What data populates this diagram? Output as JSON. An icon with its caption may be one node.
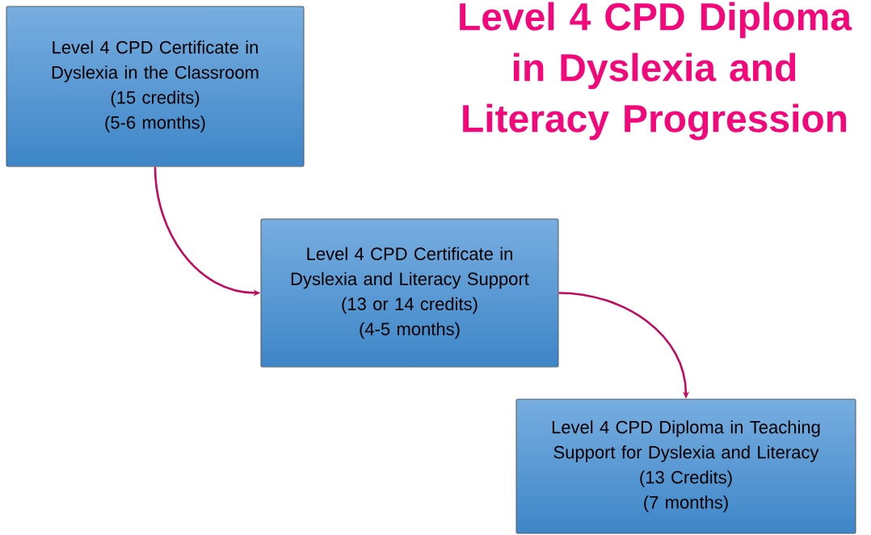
{
  "diagram": {
    "title": "Level 4 CPD Diploma in Dyslexia and Literacy Progression",
    "nodes": [
      {
        "text": [
          "Level 4 CPD Certificate in Dyslexia in the Classroom",
          "(15 credits)",
          "(5-6 months)"
        ]
      },
      {
        "text": [
          "Level 4 CPD Certificate in Dyslexia and Literacy Support",
          "(13 or 14 credits)",
          "(4-5 months)"
        ]
      },
      {
        "text": [
          "Level 4 CPD Diploma in Teaching Support for Dyslexia and Literacy",
          "(13 Credits)",
          "(7 months)"
        ]
      }
    ],
    "edges": [
      {
        "from": 0,
        "to": 1,
        "arrow": "to"
      },
      {
        "from": 1,
        "to": 2,
        "arrow": "to"
      }
    ]
  }
}
